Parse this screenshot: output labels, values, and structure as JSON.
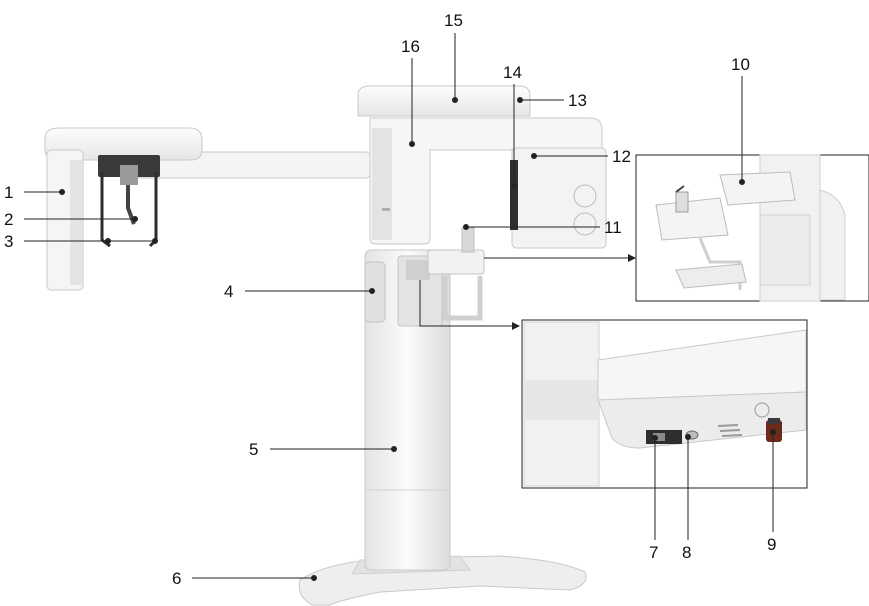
{
  "diagram": {
    "labels": {
      "l1": "1",
      "l2": "2",
      "l3": "3",
      "l4": "4",
      "l5": "5",
      "l6": "6",
      "l7": "7",
      "l8": "8",
      "l9": "9",
      "l10": "10",
      "l11": "11",
      "l12": "12",
      "l13": "13",
      "l14": "14",
      "l15": "15",
      "l16": "16"
    }
  },
  "colors": {
    "body": "#f4f4f4",
    "body_stroke": "#c9c9c9",
    "shade": "#dadada",
    "dark": "#2e2e2e",
    "leader": "#222222"
  }
}
